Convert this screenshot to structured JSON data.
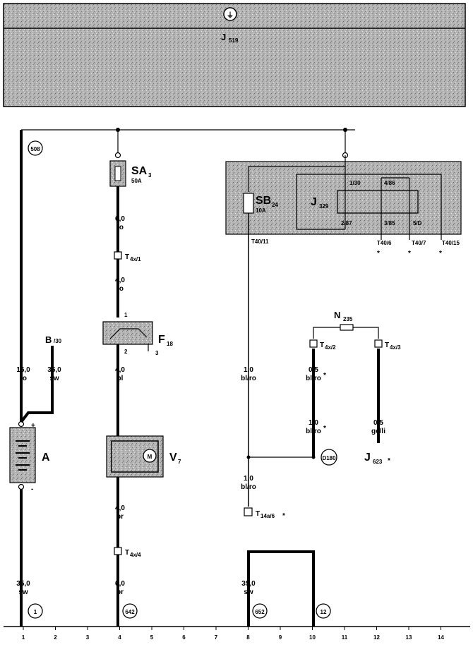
{
  "header": {
    "ground_symbol": "⏚",
    "unit_label": "J",
    "unit_sub": "519"
  },
  "relay_box": {
    "fuse_label": "SB",
    "fuse_sub": "24",
    "fuse_rating": "10A",
    "relay_label": "J",
    "relay_sub": "329",
    "pin_1_30": "1/30",
    "pin_4_86": "4/86",
    "pin_2_87": "2/87",
    "pin_3_85": "3/85",
    "pin_5_d": "5/D"
  },
  "connectors": {
    "t40_11": "T40/11",
    "t40_6": "T40/6",
    "t40_7": "T40/7",
    "t40_15": "T40/15",
    "t4x_1": "T",
    "t4x_1_sub": "4x/1",
    "t4x_2": "T",
    "t4x_2_sub": "4x/2",
    "t4x_3": "T",
    "t4x_3_sub": "4x/3",
    "t4x_4": "T",
    "t4x_4_sub": "4x/4",
    "t14a_6": "T",
    "t14a_6_sub": "14a/6",
    "star": "*"
  },
  "components": {
    "sa3": "SA",
    "sa3_sub": "3",
    "sa3_rating": "50A",
    "f18": "F",
    "f18_sub": "18",
    "f18_pin1": "1",
    "f18_pin2": "2",
    "f18_pin3": "3",
    "battery": "A",
    "battery_plus": "+",
    "battery_minus": "-",
    "b30": "B",
    "b30_sub": "/30",
    "v7": "V",
    "v7_sub": "7",
    "n235": "N",
    "n235_sub": "235",
    "j623": "J",
    "j623_sub": "623"
  },
  "wires": {
    "w1a_size": "16,0",
    "w1a_color": "ro",
    "w2_size": "35,0",
    "w2_color": "sw",
    "w1b_size": "35,0",
    "w1b_color": "sw",
    "w4a_size": "6,0",
    "w4a_color": "ro",
    "w4b_size": "4,0",
    "w4b_color": "ro",
    "w4c_size": "4,0",
    "w4c_color": "bl",
    "w4d_size": "4,0",
    "w4d_color": "br",
    "w4e_size": "6,0",
    "w4e_color": "br",
    "w8a_size": "1,0",
    "w8a_color": "bl/ro",
    "w8b_size": "1,0",
    "w8b_color": "bl/ro",
    "w8c_size": "35,0",
    "w8c_color": "sw",
    "w10a_size": "0,5",
    "w10a_color": "bl/ro",
    "w10b_size": "1,0",
    "w10b_color": "bl/ro",
    "w12_size": "0,5",
    "w12_color": "ge/li"
  },
  "references": {
    "r508": "508",
    "r1": "1",
    "r642": "642",
    "r652": "652",
    "r12": "12",
    "d180": "D180"
  },
  "tracks": [
    "1",
    "2",
    "3",
    "4",
    "5",
    "6",
    "7",
    "8",
    "9",
    "10",
    "11",
    "12",
    "13",
    "14"
  ]
}
